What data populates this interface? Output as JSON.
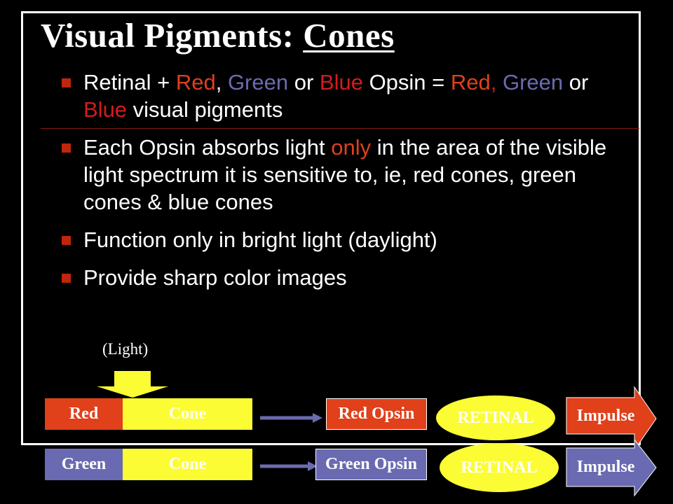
{
  "slide": {
    "title_prefix": "Visual Pigments: ",
    "title_underlined": "Cones",
    "bullet1": {
      "p1": "Retinal +  ",
      "red": "Red",
      "c1": ", ",
      "green": "Green",
      "or1": " or ",
      "blue": "Blue",
      "p2": " Opsin = ",
      "red2": "Red",
      "c2": ", ",
      "green2": "Green",
      "or2": " or ",
      "blue2": "Blue",
      "p3": " visual pigments"
    },
    "bullet2": {
      "p1": "Each Opsin absorbs light ",
      "only": "only",
      "p2": " in the area of the visible light spectrum it is sensitive to, ie, red cones, green cones & blue cones"
    },
    "bullet3": "Function only in bright light (daylight)",
    "bullet4": "Provide sharp color images"
  },
  "diagram": {
    "light_label": "(Light)",
    "row1": {
      "color_label": "Red",
      "cone_label": "Cone",
      "opsin_label": "Red Opsin",
      "retinal_label": "RETINAL",
      "impulse_label": "Impulse"
    },
    "row2": {
      "color_label": "Green",
      "cone_label": "Cone",
      "opsin_label": "Green Opsin",
      "retinal_label": "RETINAL",
      "impulse_label": "Impulse"
    },
    "colors": {
      "red_box": "#e0401a",
      "green_box": "#6a6ab2",
      "cone_yellow": "#fcfc34",
      "arrow_purple": "#6b6bb0"
    }
  }
}
